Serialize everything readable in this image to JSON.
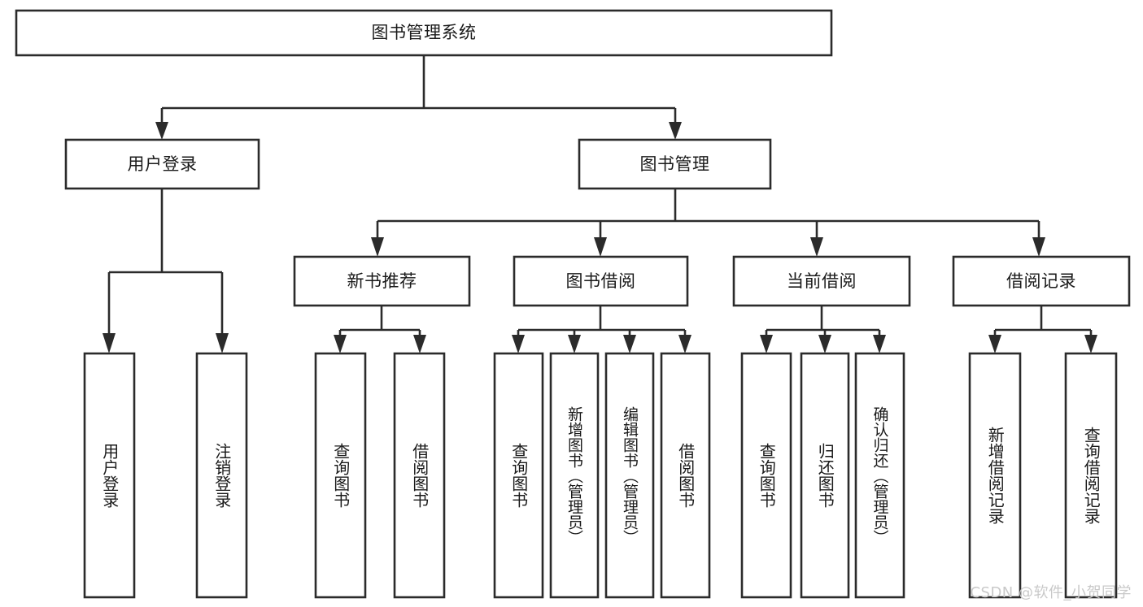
{
  "diagram": {
    "title": "图书管理系统",
    "type": "tree-hierarchy-diagram",
    "colors": {
      "line": "#2b2b2b",
      "box_fill": "#ffffff",
      "text": "#1a1a1a",
      "background": "#ffffff",
      "watermark": "#c9c9c9"
    },
    "root": {
      "label": "图书管理系统"
    },
    "level2": [
      {
        "label": "用户登录"
      },
      {
        "label": "图书管理"
      }
    ],
    "level3": [
      {
        "label": "新书推荐"
      },
      {
        "label": "图书借阅"
      },
      {
        "label": "当前借阅"
      },
      {
        "label": "借阅记录"
      }
    ],
    "leaves": {
      "user_login": [
        {
          "label": "用户登录"
        },
        {
          "label": "注销登录"
        }
      ],
      "new_book_recommend": [
        {
          "label": "查询图书"
        },
        {
          "label": "借阅图书"
        }
      ],
      "book_borrow": [
        {
          "label": "查询图书"
        },
        {
          "label": "新增图书（管理员）"
        },
        {
          "label": "编辑图书（管理员）"
        },
        {
          "label": "借阅图书"
        }
      ],
      "current_borrow": [
        {
          "label": "查询图书"
        },
        {
          "label": "归还图书"
        },
        {
          "label": "确认归还（管理员）"
        }
      ],
      "borrow_record": [
        {
          "label": "新增借阅记录"
        },
        {
          "label": "查询借阅记录"
        }
      ]
    }
  },
  "watermark": {
    "text": "CSDN @软件_小贺同学"
  }
}
